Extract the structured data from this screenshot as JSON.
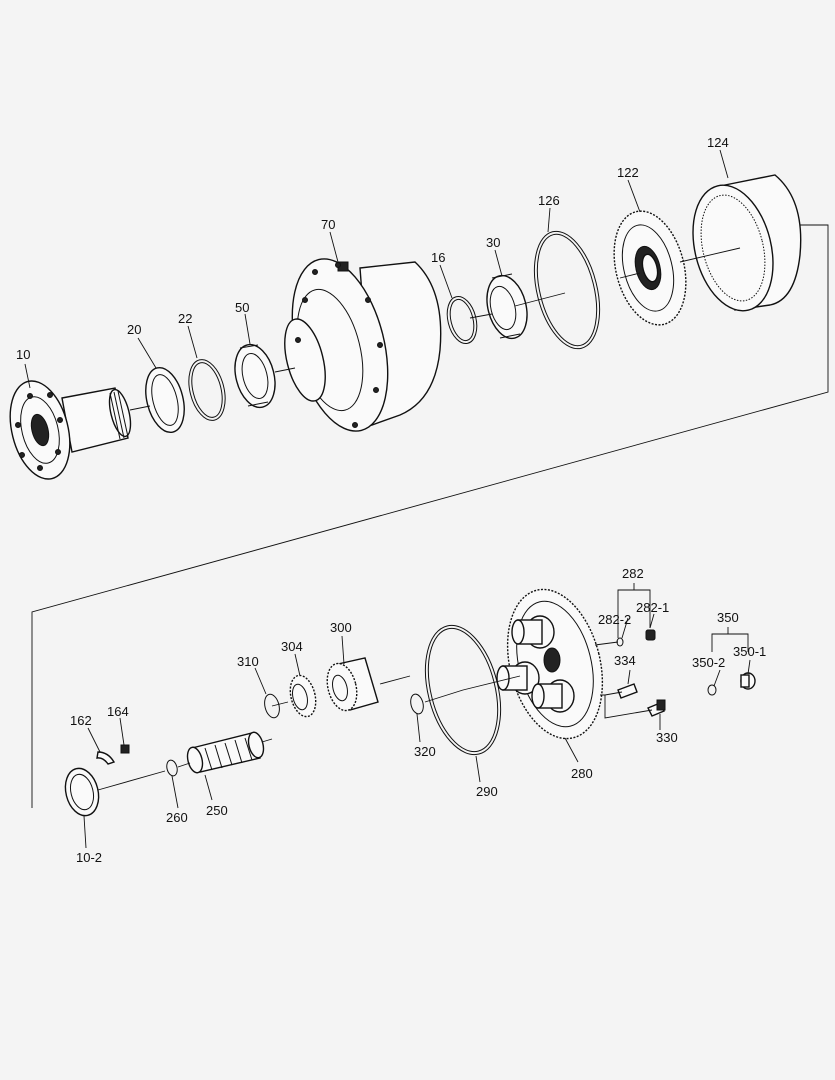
{
  "diagram": {
    "labels": {
      "p10": "10",
      "p20": "20",
      "p22": "22",
      "p50": "50",
      "p70": "70",
      "p16": "16",
      "p30": "30",
      "p126": "126",
      "p122": "122",
      "p124": "124",
      "p282": "282",
      "p282_2": "282-2",
      "p282_1": "282-1",
      "p350": "350",
      "p350_2": "350-2",
      "p350_1": "350-1",
      "p334": "334",
      "p310": "310",
      "p304": "304",
      "p300": "300",
      "p162": "162",
      "p164": "164",
      "p320": "320",
      "p330": "330",
      "p280": "280",
      "p290": "290",
      "p260": "260",
      "p250": "250",
      "p10_2": "10-2"
    }
  }
}
